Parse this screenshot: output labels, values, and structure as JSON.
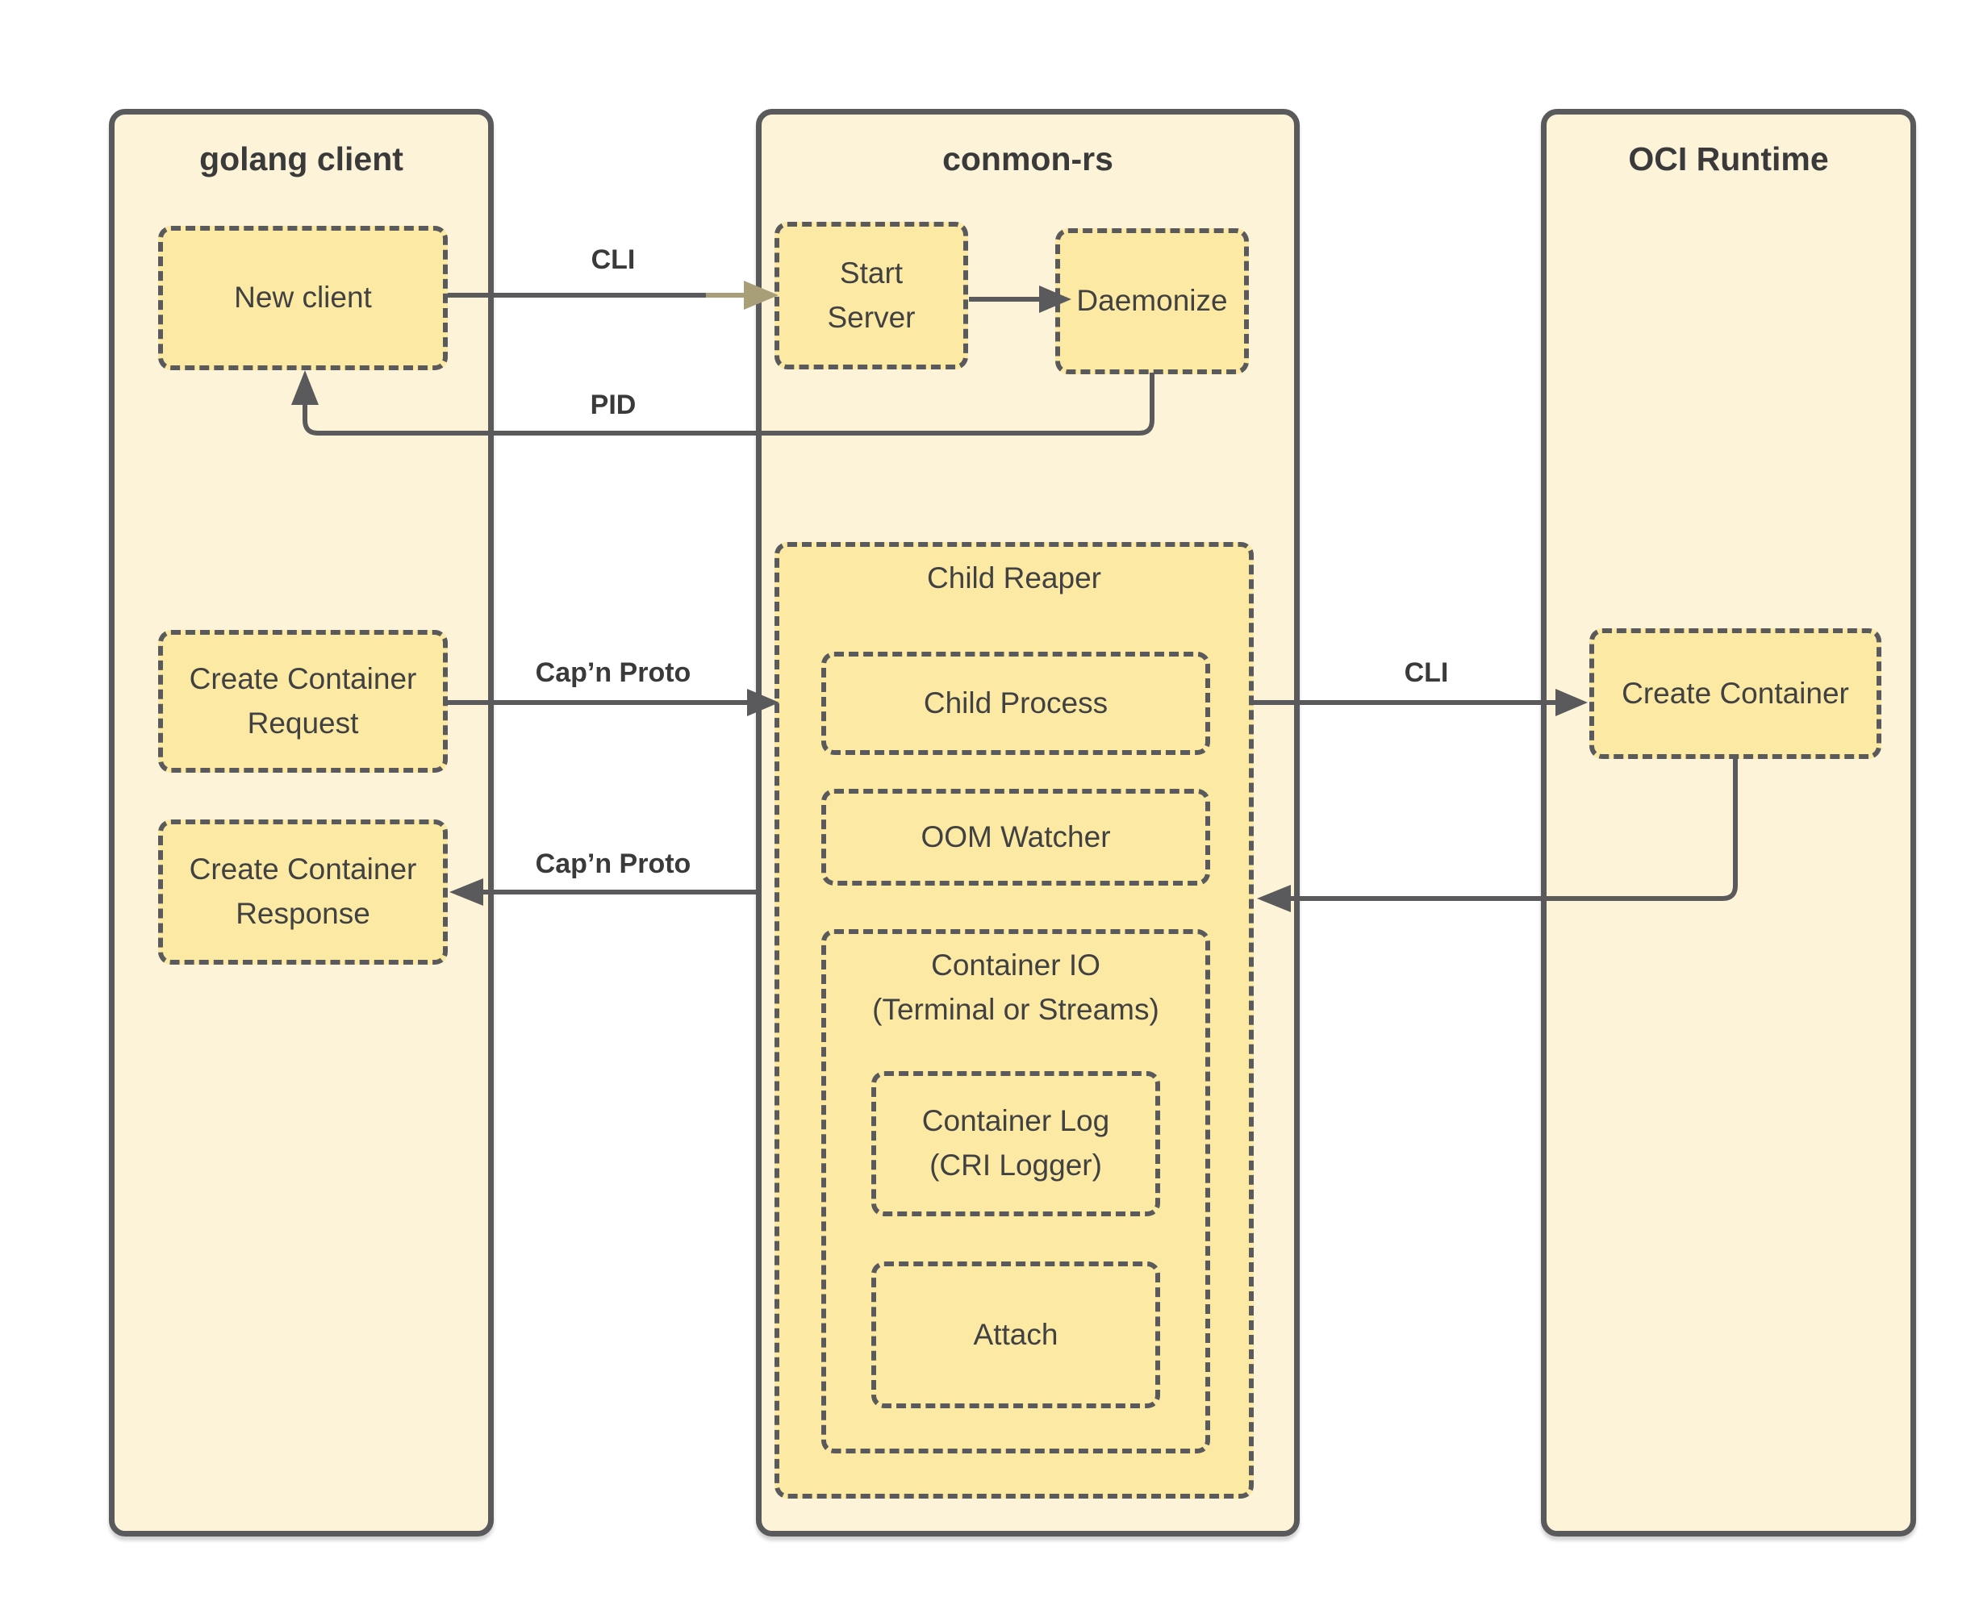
{
  "diagram": {
    "columns": [
      {
        "title": "golang client"
      },
      {
        "title": "conmon-rs"
      },
      {
        "title": "OCI Runtime"
      }
    ],
    "nodes": {
      "new_client": {
        "label": "New client"
      },
      "start_server": {
        "line1": "Start",
        "line2": "Server"
      },
      "daemonize": {
        "label": "Daemonize"
      },
      "create_container_request": {
        "line1": "Create Container",
        "line2": "Request"
      },
      "create_container_response": {
        "line1": "Create Container",
        "line2": "Response"
      },
      "child_reaper": {
        "label": "Child Reaper"
      },
      "child_process": {
        "label": "Child Process"
      },
      "oom_watcher": {
        "label": "OOM Watcher"
      },
      "container_io": {
        "line1": "Container IO",
        "line2": "(Terminal or Streams)"
      },
      "container_log": {
        "line1": "Container Log",
        "line2": "(CRI Logger)"
      },
      "attach": {
        "label": "Attach"
      },
      "create_container": {
        "label": "Create Container"
      }
    },
    "edges": {
      "cli_start": {
        "label": "CLI"
      },
      "pid": {
        "label": "PID"
      },
      "capn_request": {
        "label": "Cap’n Proto"
      },
      "capn_response": {
        "label": "Cap’n Proto"
      },
      "cli_create": {
        "label": "CLI"
      }
    },
    "colors": {
      "canvas": "#FFFFFF",
      "column_fill": "#FCF3D8",
      "node_fill": "#FBE9A4",
      "stroke": "#5A5A5C",
      "text": "#414141",
      "label_color": "#3A3A3A",
      "accent_arrow": "#A89E78"
    }
  }
}
